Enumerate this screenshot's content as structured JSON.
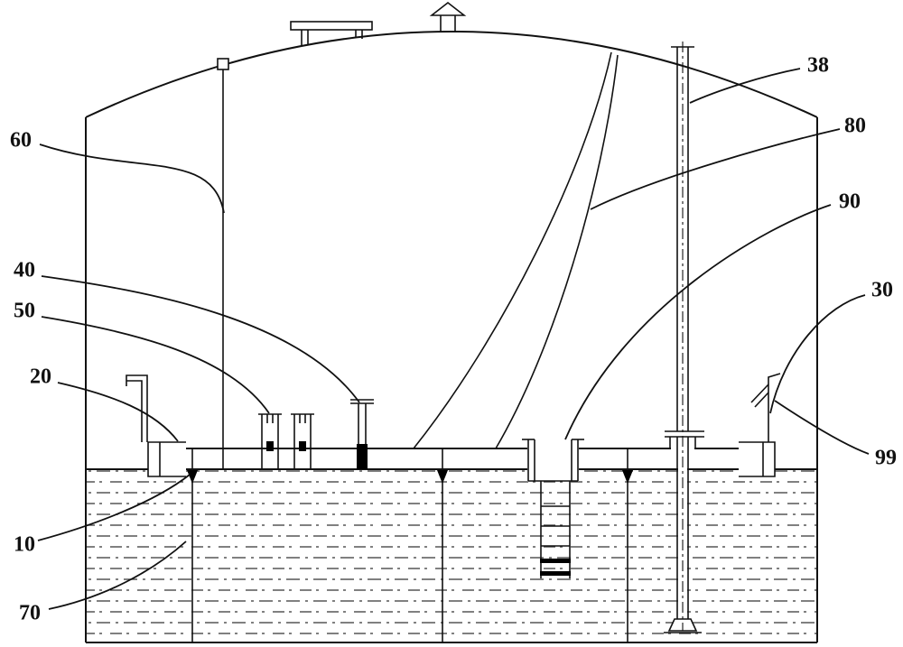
{
  "figure": {
    "colors": {
      "ink": "#111111",
      "paper": "#ffffff"
    },
    "ref_labels": [
      {
        "id": "60",
        "text": "60"
      },
      {
        "id": "40",
        "text": "40"
      },
      {
        "id": "50",
        "text": "50"
      },
      {
        "id": "20",
        "text": "20"
      },
      {
        "id": "10",
        "text": "10"
      },
      {
        "id": "70",
        "text": "70"
      },
      {
        "id": "38",
        "text": "38"
      },
      {
        "id": "80",
        "text": "80"
      },
      {
        "id": "90",
        "text": "90"
      },
      {
        "id": "30",
        "text": "30"
      },
      {
        "id": "99",
        "text": "99"
      }
    ]
  }
}
